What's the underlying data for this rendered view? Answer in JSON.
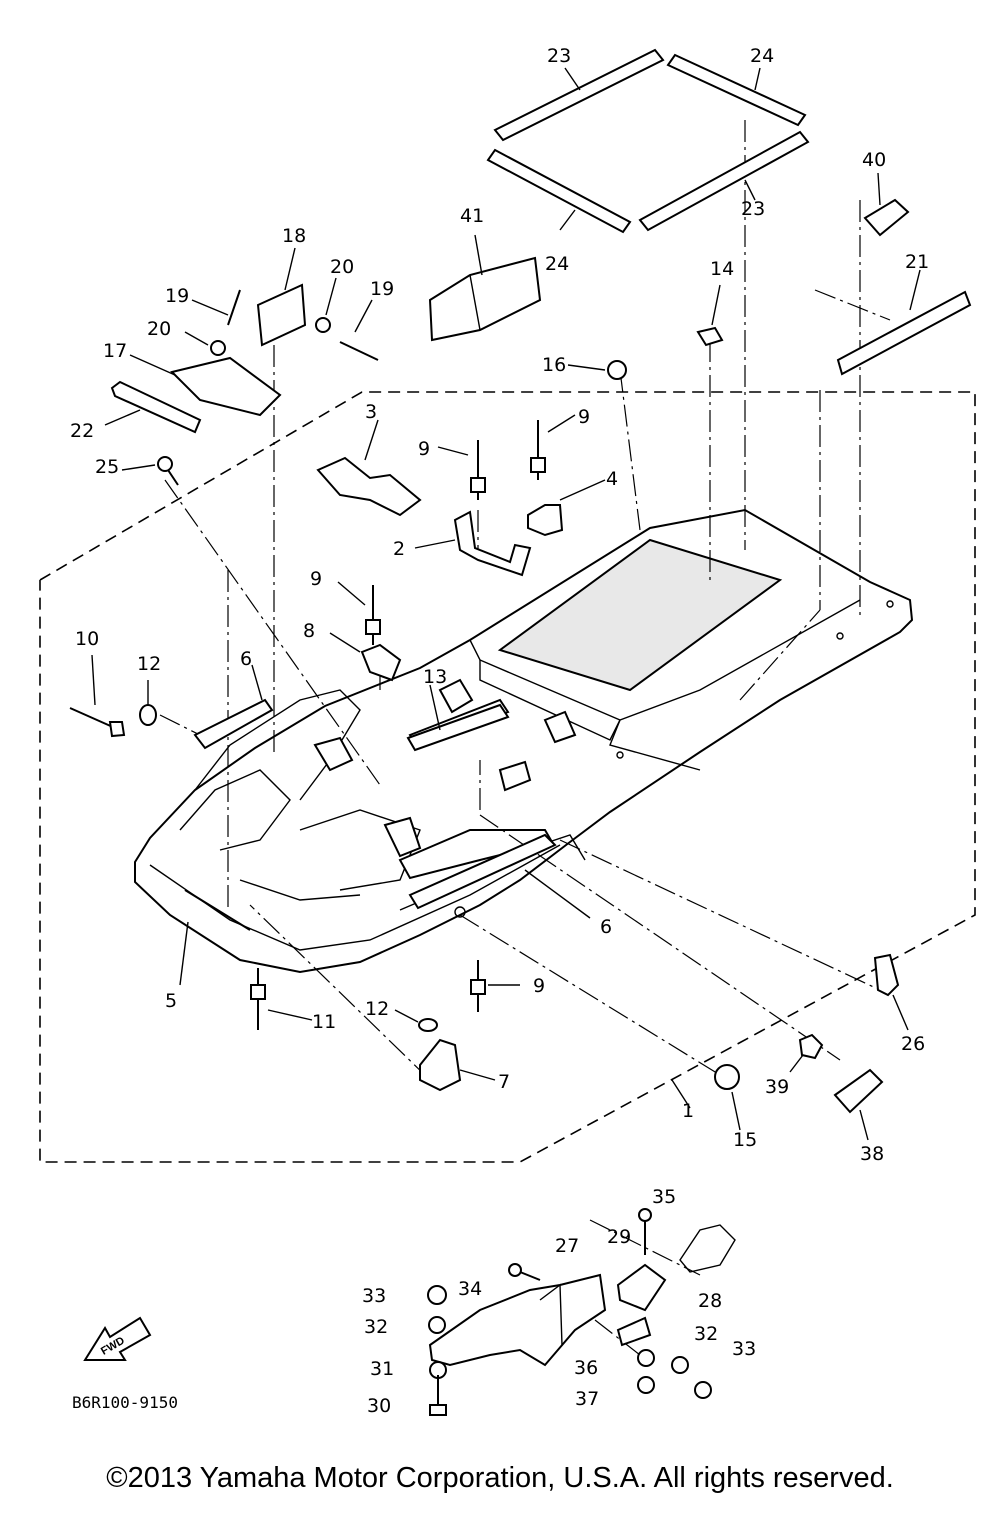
{
  "labels": {
    "p1": "1",
    "p2": "2",
    "p3": "3",
    "p4": "4",
    "p5": "5",
    "p6a": "6",
    "p6b": "6",
    "p7": "7",
    "p8": "8",
    "p9a": "9",
    "p9b": "9",
    "p9c": "9",
    "p9d": "9",
    "p10": "10",
    "p11": "11",
    "p12a": "12",
    "p12b": "12",
    "p13": "13",
    "p14": "14",
    "p15": "15",
    "p16": "16",
    "p17": "17",
    "p18": "18",
    "p19a": "19",
    "p19b": "19",
    "p20a": "20",
    "p20b": "20",
    "p21": "21",
    "p22": "22",
    "p23a": "23",
    "p23b": "23",
    "p24a": "24",
    "p24b": "24",
    "p25": "25",
    "p26": "26",
    "p27": "27",
    "p28": "28",
    "p29": "29",
    "p30": "30",
    "p31": "31",
    "p32a": "32",
    "p32b": "32",
    "p33a": "33",
    "p33b": "33",
    "p34": "34",
    "p35": "35",
    "p36": "36",
    "p37": "37",
    "p38": "38",
    "p39": "39",
    "p40": "40",
    "p41": "41"
  },
  "fwd_label": "FWD",
  "diagram_code": "B6R100-9150",
  "copyright": "©2013 Yamaha Motor Corporation, U.S.A. All rights reserved."
}
